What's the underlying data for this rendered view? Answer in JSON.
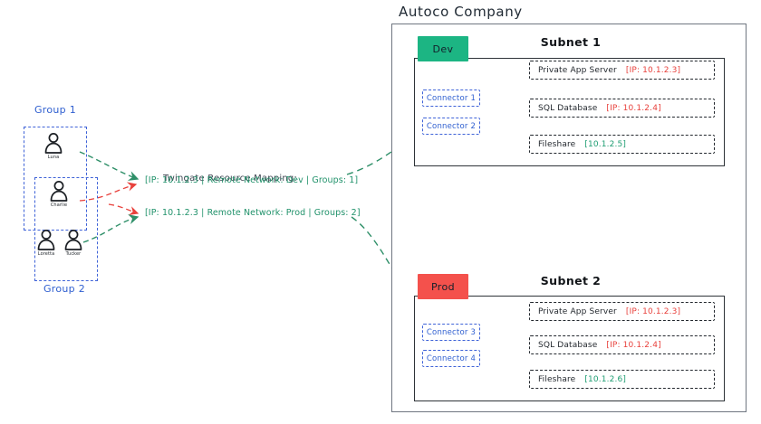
{
  "diagram": {
    "title": "Autoco Company",
    "mapping_heading": "Twingate Resource Mapping:",
    "mapping_lines": [
      "[IP: 10.1.2.3 | Remote Network: Dev | Groups: 1]",
      "[IP: 10.1.2.3 | Remote Network: Prod | Groups: 2]"
    ]
  },
  "groups": [
    {
      "label": "Group 1"
    },
    {
      "label": "Group 2"
    }
  ],
  "people": [
    {
      "name": "Luna",
      "icon": "user-icon"
    },
    {
      "name": "Charlie",
      "icon": "user-icon"
    },
    {
      "name": "Loretta",
      "icon": "user-icon"
    },
    {
      "name": "Tucker",
      "icon": "user-icon"
    }
  ],
  "subnets": [
    {
      "title": "Subnet 1",
      "env_badge": "Dev",
      "env_color": "#1cb583",
      "connectors": [
        {
          "label": "Connector 1"
        },
        {
          "label": "Connector 2"
        }
      ],
      "resources": [
        {
          "name": "Private App Server",
          "ip": "[IP: 10.1.2.3]",
          "ip_color": "red"
        },
        {
          "name": "SQL Database",
          "ip": "[IP: 10.1.2.4]",
          "ip_color": "red"
        },
        {
          "name": "Fileshare",
          "ip": "[10.1.2.5]",
          "ip_color": "green"
        }
      ]
    },
    {
      "title": "Subnet 2",
      "env_badge": "Prod",
      "env_color": "#f4514c",
      "connectors": [
        {
          "label": "Connector 3"
        },
        {
          "label": "Connector 4"
        }
      ],
      "resources": [
        {
          "name": "Private App Server",
          "ip": "[IP: 10.1.2.3]",
          "ip_color": "red"
        },
        {
          "name": "SQL Database",
          "ip": "[IP: 10.1.2.4]",
          "ip_color": "red"
        },
        {
          "name": "Fileshare",
          "ip": "[10.1.2.6]",
          "ip_color": "green"
        }
      ]
    }
  ],
  "colors": {
    "green_accent": "#1e9d72",
    "red_accent": "#e8413c",
    "blue_accent": "#3f63d8",
    "link_green": "#3aa87f",
    "frame_gray": "#6f7680"
  }
}
